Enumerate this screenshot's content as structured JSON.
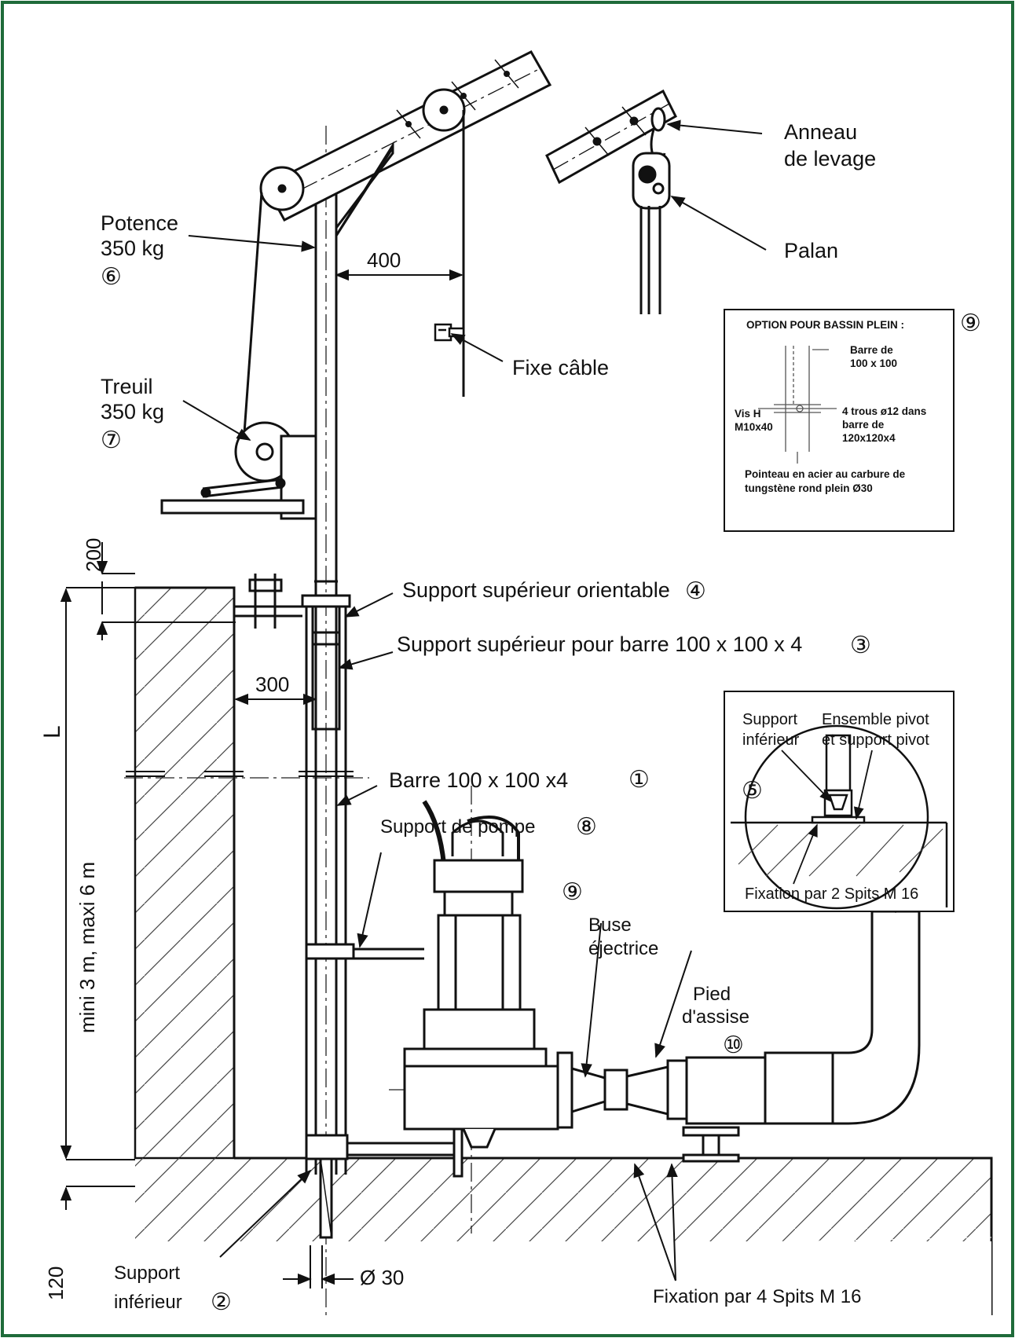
{
  "frame_color": "#1f6b3a",
  "labels": {
    "potence": [
      "Potence",
      "350 kg"
    ],
    "potence_num": "⑥",
    "treuil": [
      "Treuil",
      "350 kg"
    ],
    "treuil_num": "⑦",
    "anneau": [
      "Anneau",
      "de levage"
    ],
    "palan": "Palan",
    "fixe_cable": "Fixe câble",
    "support_sup_orientable": "Support supérieur orientable",
    "support_sup_orientable_num": "④",
    "support_sup_barre": "Support supérieur pour barre 100 x 100 x 4",
    "support_sup_barre_num": "③",
    "barre": "Barre 100 x 100 x4",
    "barre_num": "①",
    "support_pompe": "Support de pompe",
    "support_pompe_num": "⑧",
    "buse_num": "⑨",
    "buse": [
      "Buse",
      "éjectrice"
    ],
    "pied": [
      "Pied",
      "d'assise"
    ],
    "pied_num": "⑩",
    "support_inf": [
      "Support",
      "inférieur"
    ],
    "support_inf_num": "②",
    "fixation_4": "Fixation par 4 Spits M 16",
    "length_label": "L",
    "length_range": "mini 3 m, maxi 6 m"
  },
  "dimensions": {
    "d400": "400",
    "d300": "300",
    "d200": "200",
    "d120": "120",
    "d30": "Ø 30"
  },
  "option_box": {
    "title": "OPTION POUR BASSIN PLEIN :",
    "num": "⑨",
    "barre": [
      "Barre de",
      "100 x 100"
    ],
    "vis": [
      "Vis H",
      "M10x40"
    ],
    "trous": [
      "4 trous ø12 dans",
      "barre de",
      "120x120x4"
    ],
    "pointeau": [
      "Pointeau en acier au carbure de",
      "tungstène rond plein Ø30"
    ]
  },
  "pivot_box": {
    "num": "⑤",
    "support": [
      "Support",
      "inférieur"
    ],
    "ensemble": [
      "Ensemble pivot",
      "et support pivot"
    ],
    "fixation": "Fixation par 2 Spits M 16"
  }
}
